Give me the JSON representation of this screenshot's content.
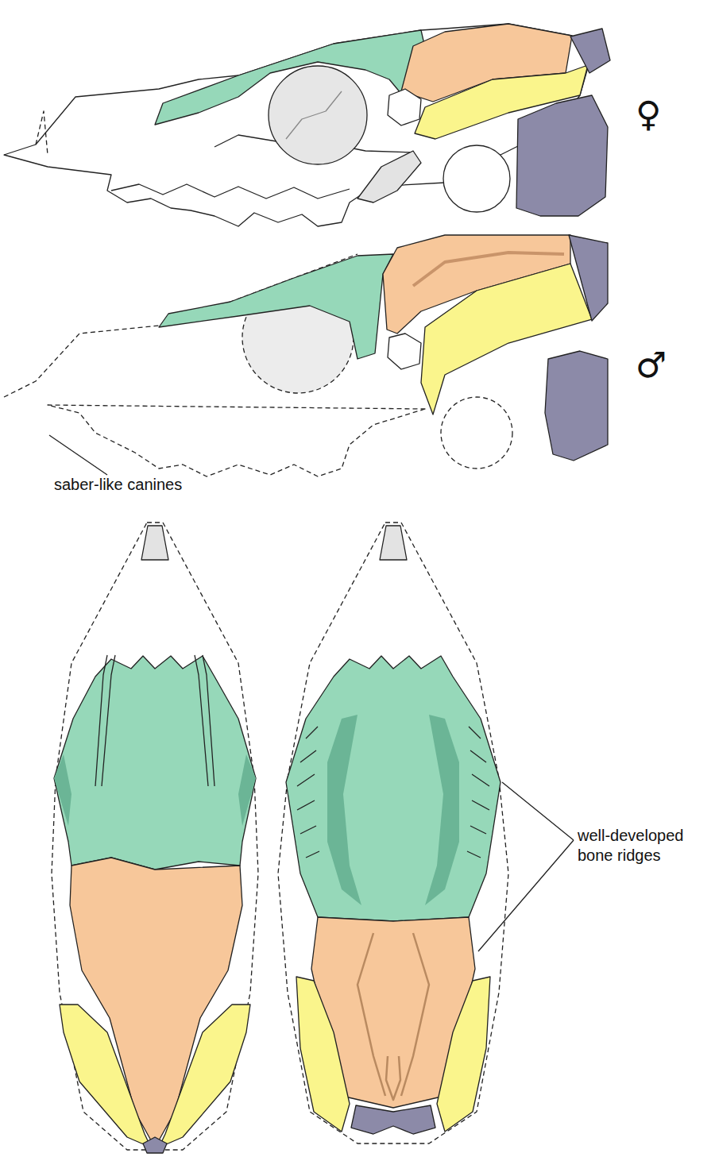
{
  "diagram": {
    "labels": [
      "♀",
      "♂",
      "saber-like canines",
      "well-developed bone ridges"
    ]
  }
}
